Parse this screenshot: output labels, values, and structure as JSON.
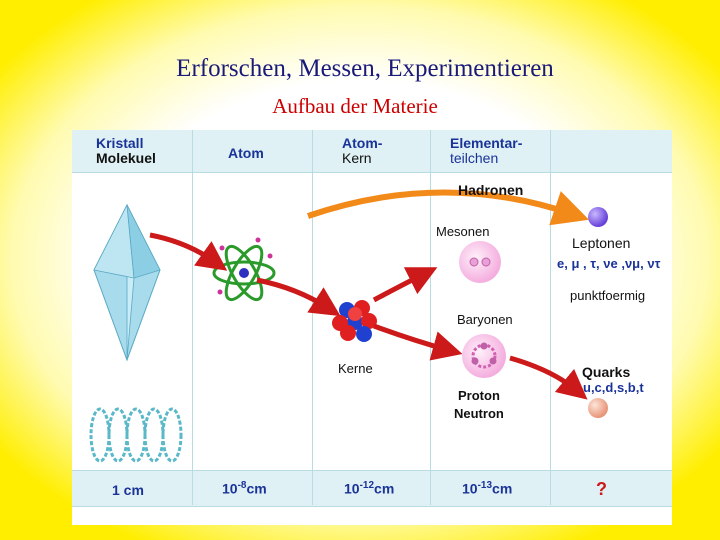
{
  "title": "Erforschen, Messen, Experimentieren",
  "subtitle": "Aufbau der Materie",
  "columns": {
    "crystal": [
      "Kristall",
      "Molekuel"
    ],
    "atom": "Atom",
    "nucleus": [
      "Atom-",
      "Kern"
    ],
    "elementary": [
      "Elementar-",
      "teilchen"
    ]
  },
  "labels": {
    "hadronen": "Hadronen",
    "mesonen": "Mesonen",
    "leptonen": "Leptonen",
    "leptonen_list": "e, μ , τ, νe ,νμ, ντ",
    "punktfoermig": "punktfoermig",
    "baryonen": "Baryonen",
    "kerne": "Kerne",
    "quarks": "Quarks",
    "quarks_list": "u,c,d,s,b,t",
    "proton": "Proton",
    "neutron": "Neutron"
  },
  "scales": [
    {
      "base": "1 cm",
      "exp": "",
      "unit": ""
    },
    {
      "base": "10",
      "exp": "-8",
      "unit": "cm"
    },
    {
      "base": "10",
      "exp": "-12",
      "unit": "cm"
    },
    {
      "base": "10",
      "exp": "-13",
      "unit": "cm"
    },
    {
      "base": "",
      "exp": "",
      "unit": "?"
    }
  ],
  "colors": {
    "accent_title": "#1a1a7a",
    "accent_subtitle": "#cc0000",
    "arrow_red": "#cc1a1a",
    "arrow_orange": "#f28a1a",
    "band": "#dff1f4",
    "lepton": "#7a55e0",
    "quark": "#f3b8a0",
    "crystal": "#a8dcec"
  }
}
